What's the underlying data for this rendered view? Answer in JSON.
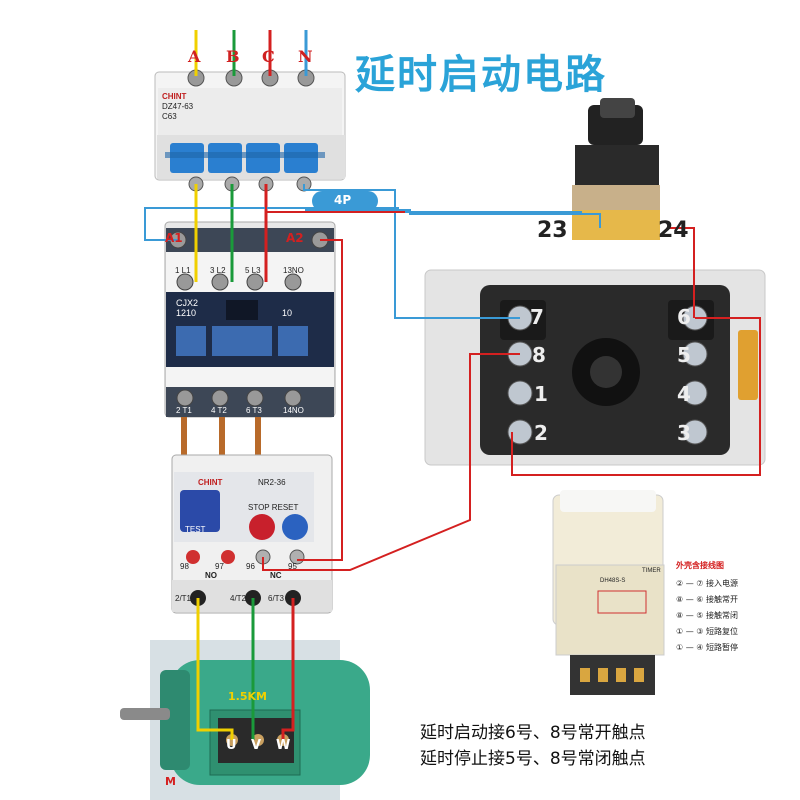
{
  "title": "延时启动电路",
  "captions": [
    "延时启动接6号、8号常开触点",
    "延时停止接5号、8号常闭触点"
  ],
  "breaker": {
    "brand": "CHINT",
    "model": "DZ47-63",
    "rating": "C63",
    "phases": [
      "A",
      "B",
      "C",
      "N"
    ],
    "badge": "4P"
  },
  "switch": {
    "terminals": [
      "23",
      "24"
    ]
  },
  "contactor": {
    "coil_terminals": [
      "A1",
      "A2"
    ],
    "model_line1": "CJX2",
    "model_line2": "1210",
    "side_label": "10",
    "top_terminals": [
      "1 L1",
      "3 L2",
      "5 L3",
      "13NO"
    ],
    "bottom_terminals": [
      "2 T1",
      "4 T2",
      "6 T3",
      "14NO"
    ]
  },
  "relay": {
    "brand": "CHINT",
    "model": "NR2-36",
    "stop_reset": "STOP RESET",
    "test": "TEST",
    "aux_terminals": [
      "98",
      "97",
      "96",
      "95"
    ],
    "group_labels": [
      "NO",
      "NC"
    ],
    "out_terminals": [
      "2/T1",
      "4/T2",
      "6/T3"
    ]
  },
  "socket": {
    "numbers": [
      "7",
      "6",
      "8",
      "5",
      "1",
      "4",
      "2",
      "3"
    ]
  },
  "timer": {
    "model": "DH48S-S",
    "brand": "TIMER",
    "legend_title": "外壳含接线图",
    "legend_items": [
      "② — ⑦ 接入电源",
      "⑧ — ⑥ 接触常开",
      "⑧ — ⑤ 接触常闭",
      "① — ③ 短路复位",
      "① — ④ 短路暂停"
    ]
  },
  "motor": {
    "label": "1.5KM",
    "terminals": [
      "U",
      "V",
      "W"
    ],
    "corner": "M"
  },
  "colors": {
    "title": "#2aa3d8",
    "wire_yellow": "#f0d000",
    "wire_green": "#1a9a3a",
    "wire_red": "#d42020",
    "wire_blue": "#3a9ad6",
    "motor": "#3aa98a"
  }
}
